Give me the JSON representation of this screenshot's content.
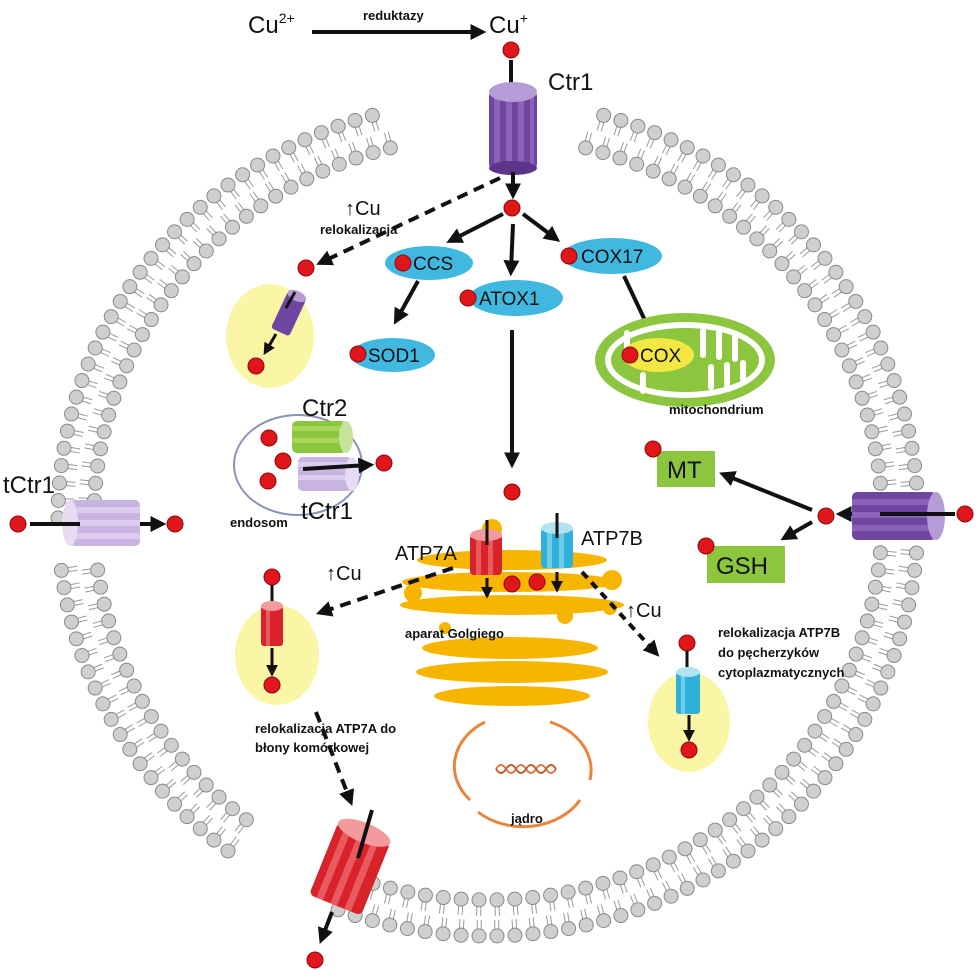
{
  "source_ion": {
    "label": "Cu",
    "charge": "2+"
  },
  "reduced_ion": {
    "label": "Cu",
    "charge": "+"
  },
  "reductase_label": "reduktazy",
  "ctr1_label": "Ctr1",
  "relocation": {
    "arrow_label": "Cu",
    "label": "relokalizacja"
  },
  "chaperones": {
    "ccs": "CCS",
    "atox1": "ATOX1",
    "cox17": "COX17",
    "sod1": "SOD1",
    "cox": "COX"
  },
  "mitochondrium_label": "mitochondrium",
  "ctr2_label": "Ctr2",
  "tctr1_endosome_label": "tCtr1",
  "endosom_label": "endosom",
  "tctr1_left_label": "tCtr1",
  "mt_label": "MT",
  "gsh_label": "GSH",
  "atp7a_label": "ATP7A",
  "atp7b_label": "ATP7B",
  "cu_up_left": "Cu",
  "cu_up_right": "Cu",
  "golgi_label": "aparat Golgiego",
  "atp7a_reloc_label": {
    "line1": "relokalizacja ATP7A do",
    "line2": "błony komórkowej"
  },
  "atp7b_reloc_label": {
    "line1": "relokalizacja ATP7B",
    "line2": "do pęcherzyków",
    "line3": "cytoplazmatycznych"
  },
  "nucleus_label": "jądro",
  "colors": {
    "copper": "#e0161b",
    "chaperone": "#40b8e0",
    "ctr1": "#7a4fa8",
    "tctr1": "#c9b3e0",
    "ctr2": "#8fc43e",
    "atp7a": "#d8232a",
    "atp7b": "#2fb0d8",
    "golgi": "#f7b500",
    "vesicle": "#fbf5a6",
    "mito": "#8cc63f",
    "box": "#8cc63f",
    "nucleus": "#e8853a",
    "membrane_head": "#cfcfcf"
  }
}
